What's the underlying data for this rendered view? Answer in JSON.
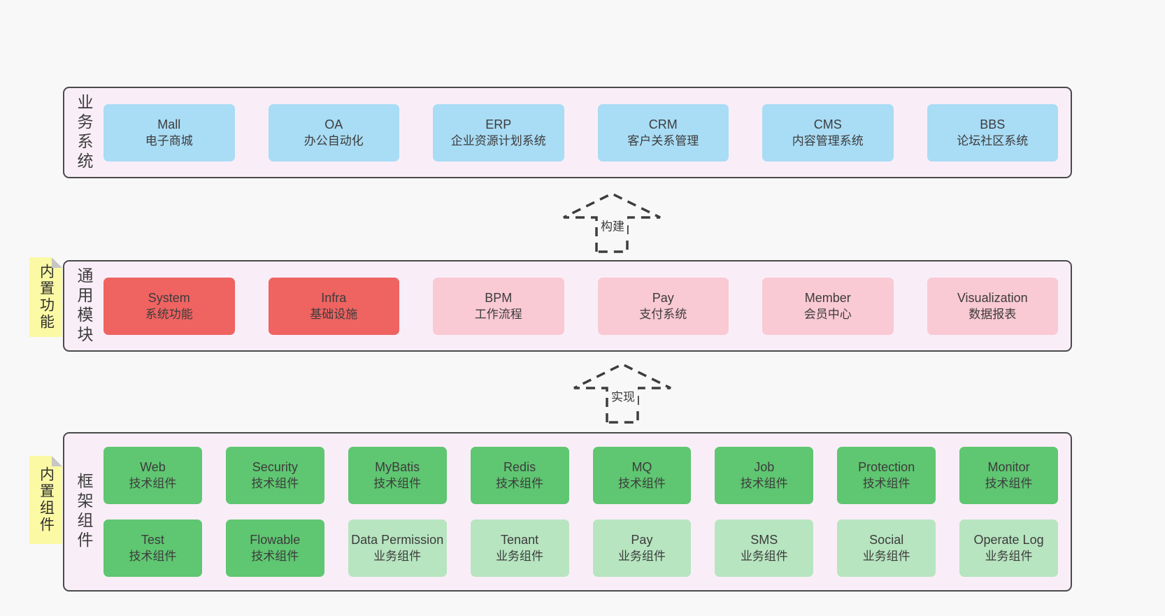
{
  "colors": {
    "page_bg": "#f8f8f8",
    "layer_bg": "#f9eef7",
    "layer_border": "#4a4a4a",
    "blue_box": "#a9dcf5",
    "red_box": "#ef6361",
    "pink_box": "#f9c9d4",
    "green_box": "#5fc671",
    "light_green_box": "#b7e5c0",
    "sticky_yellow": "#fbf9a4",
    "sticky_fold_gray": "#c6c6c6",
    "text": "#3c3c3c",
    "arrow_dash": "#3d3d3d"
  },
  "arrows": [
    {
      "label": "构建"
    },
    {
      "label": "实现"
    }
  ],
  "layers": [
    {
      "id": "business-systems",
      "label": "业务系统",
      "boxes": [
        {
          "name": "Mall",
          "desc": "电子商城",
          "type": "blue"
        },
        {
          "name": "OA",
          "desc": "办公自动化",
          "type": "blue"
        },
        {
          "name": "ERP",
          "desc": "企业资源计划系统",
          "type": "blue"
        },
        {
          "name": "CRM",
          "desc": "客户关系管理",
          "type": "blue"
        },
        {
          "name": "CMS",
          "desc": "内容管理系统",
          "type": "blue"
        },
        {
          "name": "BBS",
          "desc": "论坛社区系统",
          "type": "blue"
        }
      ]
    },
    {
      "id": "common-modules",
      "label": "通用模块",
      "sticky": "内置功能",
      "boxes": [
        {
          "name": "System",
          "desc": "系统功能",
          "type": "red"
        },
        {
          "name": "Infra",
          "desc": "基础设施",
          "type": "red"
        },
        {
          "name": "BPM",
          "desc": "工作流程",
          "type": "pink"
        },
        {
          "name": "Pay",
          "desc": "支付系统",
          "type": "pink"
        },
        {
          "name": "Member",
          "desc": "会员中心",
          "type": "pink"
        },
        {
          "name": "Visualization",
          "desc": "数据报表",
          "type": "pink"
        }
      ]
    },
    {
      "id": "framework-components",
      "label": "框架组件",
      "sticky": "内置组件",
      "rows": [
        [
          {
            "name": "Web",
            "desc": "技术组件",
            "type": "green"
          },
          {
            "name": "Security",
            "desc": "技术组件",
            "type": "green"
          },
          {
            "name": "MyBatis",
            "desc": "技术组件",
            "type": "green"
          },
          {
            "name": "Redis",
            "desc": "技术组件",
            "type": "green"
          },
          {
            "name": "MQ",
            "desc": "技术组件",
            "type": "green"
          },
          {
            "name": "Job",
            "desc": "技术组件",
            "type": "green"
          },
          {
            "name": "Protection",
            "desc": "技术组件",
            "type": "green"
          },
          {
            "name": "Monitor",
            "desc": "技术组件",
            "type": "green"
          }
        ],
        [
          {
            "name": "Test",
            "desc": "技术组件",
            "type": "green"
          },
          {
            "name": "Flowable",
            "desc": "技术组件",
            "type": "green"
          },
          {
            "name": "Data Permission",
            "desc": "业务组件",
            "type": "lightgreen"
          },
          {
            "name": "Tenant",
            "desc": "业务组件",
            "type": "lightgreen"
          },
          {
            "name": "Pay",
            "desc": "业务组件",
            "type": "lightgreen"
          },
          {
            "name": "SMS",
            "desc": "业务组件",
            "type": "lightgreen"
          },
          {
            "name": "Social",
            "desc": "业务组件",
            "type": "lightgreen"
          },
          {
            "name": "Operate Log",
            "desc": "业务组件",
            "type": "lightgreen"
          }
        ]
      ]
    }
  ]
}
